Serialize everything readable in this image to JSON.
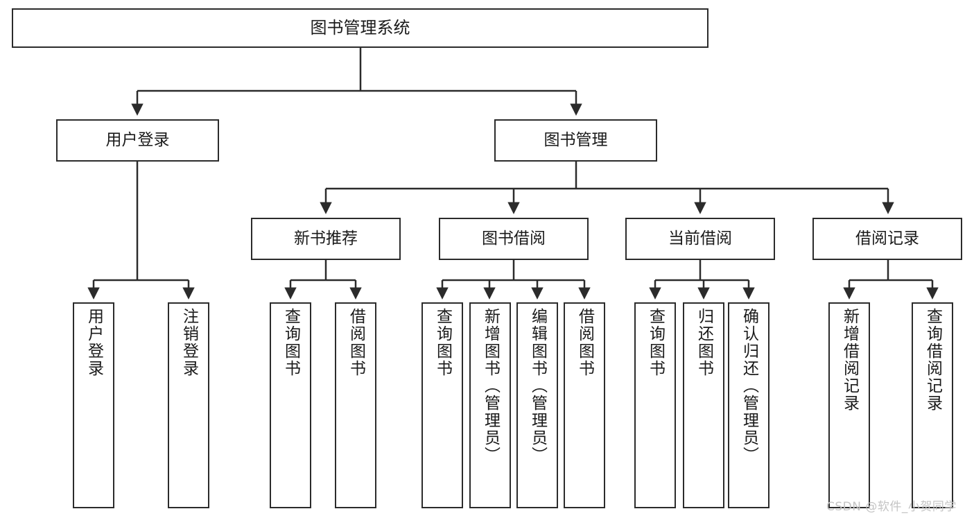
{
  "diagram": {
    "title": "图书管理系统",
    "type": "hierarchy-tree",
    "root": {
      "label": "图书管理系统"
    },
    "level1": [
      {
        "label": "用户登录"
      },
      {
        "label": "图书管理"
      }
    ],
    "level2": [
      {
        "label": "新书推荐"
      },
      {
        "label": "图书借阅"
      },
      {
        "label": "当前借阅"
      },
      {
        "label": "借阅记录"
      }
    ],
    "leaves": {
      "user_login": [
        {
          "label": "用户登录"
        },
        {
          "label": "注销登录"
        }
      ],
      "new_book_recommend": [
        {
          "label": "查询图书"
        },
        {
          "label": "借阅图书"
        }
      ],
      "book_borrow": [
        {
          "label": "查询图书"
        },
        {
          "label": "新增图书（管理员）"
        },
        {
          "label": "编辑图书（管理员）"
        },
        {
          "label": "借阅图书"
        }
      ],
      "current_borrow": [
        {
          "label": "查询图书"
        },
        {
          "label": "归还图书"
        },
        {
          "label": "确认归还（管理员）"
        }
      ],
      "borrow_record": [
        {
          "label": "新增借阅记录"
        },
        {
          "label": "查询借阅记录"
        }
      ]
    }
  },
  "watermark": {
    "text": "CSDN @软件_小贺同学"
  },
  "colors": {
    "stroke": "#2b2b2b",
    "fill": "#ffffff",
    "text": "#1a1a1a",
    "watermark": "#c4c4c4"
  }
}
